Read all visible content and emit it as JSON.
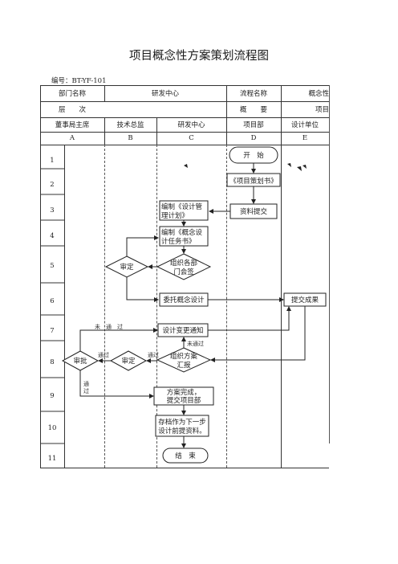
{
  "title": "项目概念性方案策划流程图",
  "doc_no": "编号：BT-YF-101",
  "header": {
    "dept_label": "部门名称",
    "dept_value": "研发中心",
    "process_label": "流程名称",
    "process_value": "概念性",
    "level_label": "层　　次",
    "summary_label": "概　　要",
    "summary_value": "项目"
  },
  "lanes": [
    {
      "name": "董事局主席",
      "letter": "A"
    },
    {
      "name": "技术总监",
      "letter": "B"
    },
    {
      "name": "研发中心",
      "letter": "C"
    },
    {
      "name": "项目部",
      "letter": "D"
    },
    {
      "name": "设计单位",
      "letter": "E"
    }
  ],
  "rows": [
    "1",
    "2",
    "3",
    "4",
    "5",
    "6",
    "7",
    "8",
    "9",
    "10",
    "11"
  ],
  "nodes": {
    "start": "开　始",
    "plan_book": "《项目策划书》",
    "submit_data": "资料提交",
    "mgmt_plan": [
      "编制《设计管",
      "理计划》"
    ],
    "concept_task": [
      "编制《概念设",
      "计任务书》"
    ],
    "org_meeting": [
      "组织各部",
      "门会签"
    ],
    "approve_b5": "审定",
    "entrust": "委托概念设计",
    "submit_result": "提交成果",
    "change_notice": "设计变更通知",
    "org_report": [
      "组织方案",
      "汇报"
    ],
    "approve_b8": "审定",
    "review_a8": "审批",
    "plan_done": [
      "方案完成，",
      "提交项目部"
    ],
    "archive": [
      "存档作为下一步",
      "设计前提资料。"
    ],
    "end": "结　束"
  },
  "edge_labels": {
    "not_passed_7": "未　通　过",
    "not_passed_8": "未通过",
    "passed_a": "通过",
    "passed_b": "通过",
    "passed_down": [
      "通",
      "过"
    ]
  }
}
